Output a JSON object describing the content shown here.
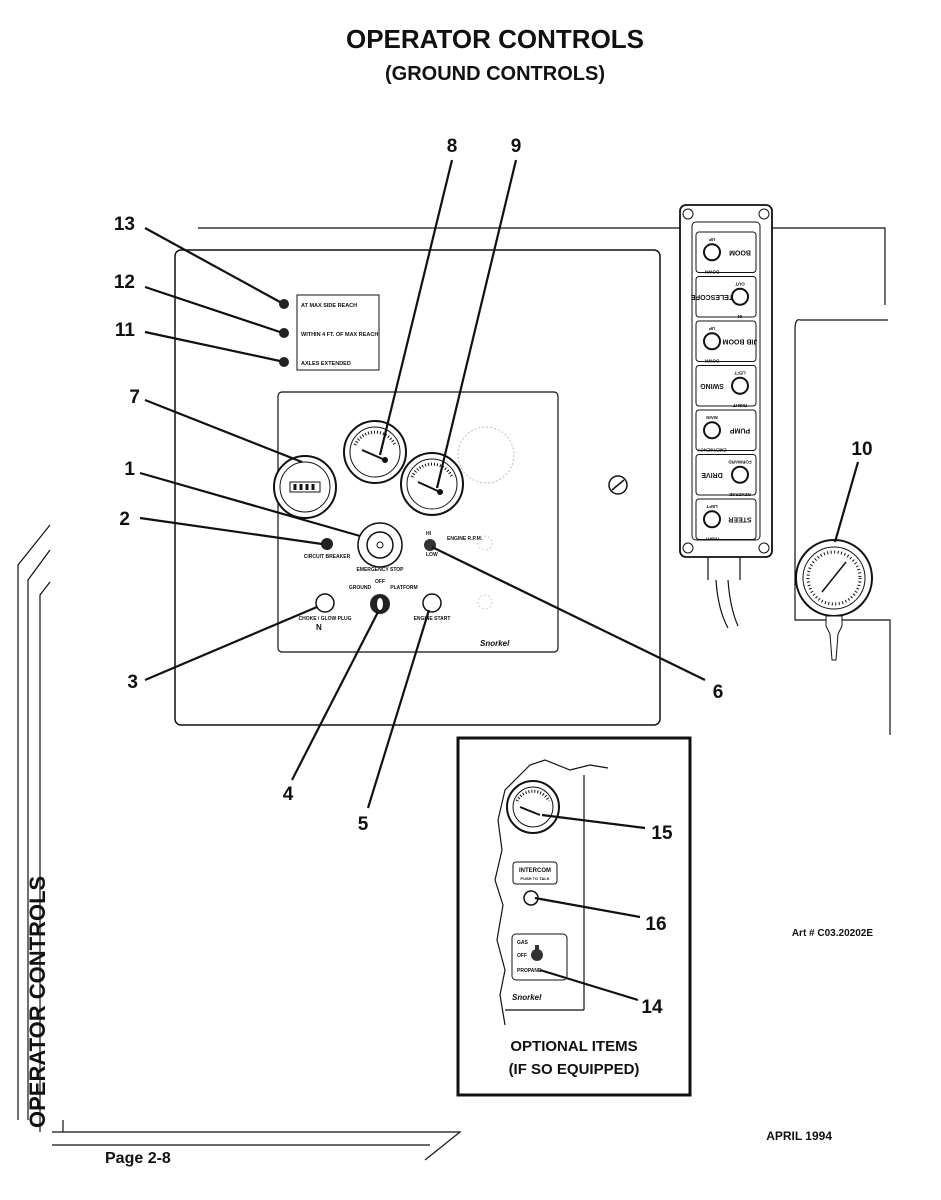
{
  "header": {
    "title": "OPERATOR CONTROLS",
    "subtitle": "(GROUND CONTROLS)"
  },
  "side_tab": "OPERATOR CONTROLS",
  "callouts": {
    "c1": "1",
    "c2": "2",
    "c3": "3",
    "c4": "4",
    "c5": "5",
    "c6": "6",
    "c7": "7",
    "c8": "8",
    "c9": "9",
    "c10": "10",
    "c11": "11",
    "c12": "12",
    "c13": "13",
    "c14": "14",
    "c15": "15",
    "c16": "16"
  },
  "warning_label": {
    "line1": "AT MAX SIDE REACH",
    "line2": "WITHIN 4 FT. OF MAX REACH",
    "line3": "AXLES EXTENDED"
  },
  "panel_labels": {
    "circuit_breaker": "CIRCUIT BREAKER",
    "emergency_stop": "EMERGENCY STOP",
    "off": "OFF",
    "ground": "GROUND",
    "platform": "PLATFORM",
    "choke": "CHOKE / GLOW PLUG",
    "choke_symbol": "N",
    "engine_start": "ENGINE START",
    "hi": "HI",
    "low": "LOW",
    "engine_rpm": "ENGINE R.P.M.",
    "brand": "Snorkel"
  },
  "pendant": [
    {
      "name": "BOOM",
      "a": "UP",
      "b": "DOWN"
    },
    {
      "name": "TELESCOPE",
      "a": "OUT",
      "b": "IN"
    },
    {
      "name": "JIB BOOM",
      "a": "UP",
      "b": "DOWN"
    },
    {
      "name": "SWING",
      "a": "LEFT",
      "b": "RIGHT"
    },
    {
      "name": "PUMP",
      "a": "MAIN",
      "b": "EMERGENCY"
    },
    {
      "name": "DRIVE",
      "a": "FORWARD",
      "b": "REVERSE"
    },
    {
      "name": "STEER",
      "a": "LEFT",
      "b": "RIGHT"
    }
  ],
  "optional": {
    "title_line1": "OPTIONAL ITEMS",
    "title_line2": "(IF SO EQUIPPED)",
    "intercom": "INTERCOM",
    "push_to_talk": "PUSH TO TALK",
    "gas": "GAS",
    "off": "OFF",
    "propane": "PROPANE",
    "brand": "Snorkel"
  },
  "footer": {
    "art": "Art # C03.20202E",
    "date": "APRIL 1994",
    "page": "Page 2-8"
  }
}
